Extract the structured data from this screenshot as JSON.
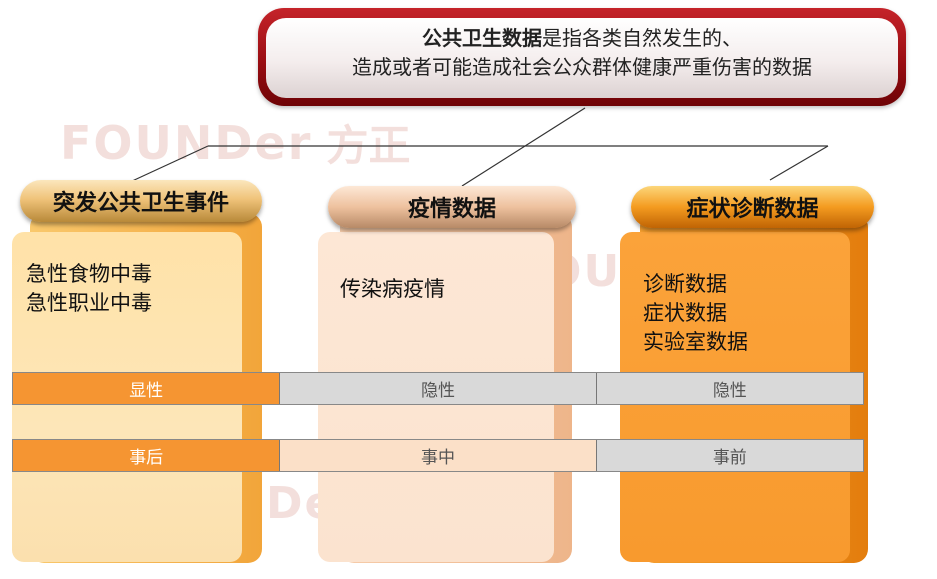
{
  "banner": {
    "bold": "公共卫生数据",
    "line1_rest": "是指各类自然发生的、",
    "line2": "造成或者可能造成社会公众群体健康严重伤害的数据"
  },
  "watermark": {
    "logo": "FOUNDer",
    "cn": "方正"
  },
  "columns": [
    {
      "header": "突发公共卫生事件",
      "items": [
        "急性食物中毒",
        "急性职业中毒"
      ]
    },
    {
      "header": "疫情数据",
      "items": [
        "传染病疫情"
      ]
    },
    {
      "header": "症状诊断数据",
      "items": [
        "诊断数据",
        "症状数据",
        "实验室数据"
      ]
    }
  ],
  "rows": [
    {
      "cells": [
        "显性",
        "隐性",
        "隐性"
      ]
    },
    {
      "cells": [
        "事后",
        "事中",
        "事前"
      ]
    }
  ],
  "colors": {
    "banner_red": "#9a0d12",
    "orange": "#f59532",
    "grey": "#d9d9d9",
    "peach": "#fbe0c8"
  }
}
